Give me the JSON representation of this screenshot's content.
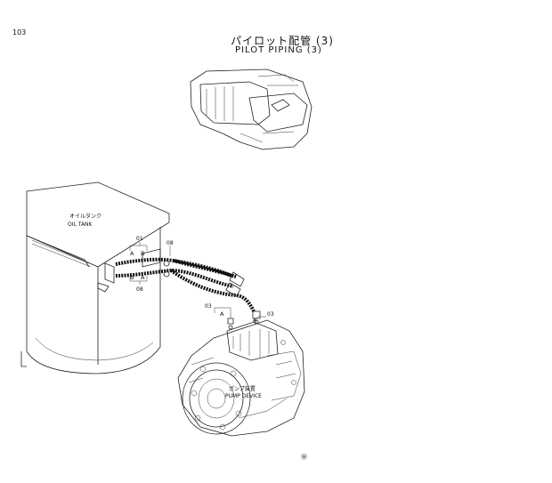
{
  "page_number": "103",
  "title_jp": "パイロット配管 (3)",
  "title_en": "PILOT  PIPING  (3)",
  "labels": {
    "oil_tank_jp": "オイルタンク",
    "oil_tank_en": "OIL  TANK",
    "pump_jp": "ポンプ装置",
    "pump_en": "PUMP  DEVICE",
    "part_01": "01",
    "part_08a": "08",
    "part_08b": "08",
    "part_03a": "03",
    "part_03b": "03",
    "a1": "A",
    "a2": "A",
    "a3": "A",
    "a4": "A",
    "b1": "B",
    "b2": "B",
    "mark": "Ⓜ"
  }
}
